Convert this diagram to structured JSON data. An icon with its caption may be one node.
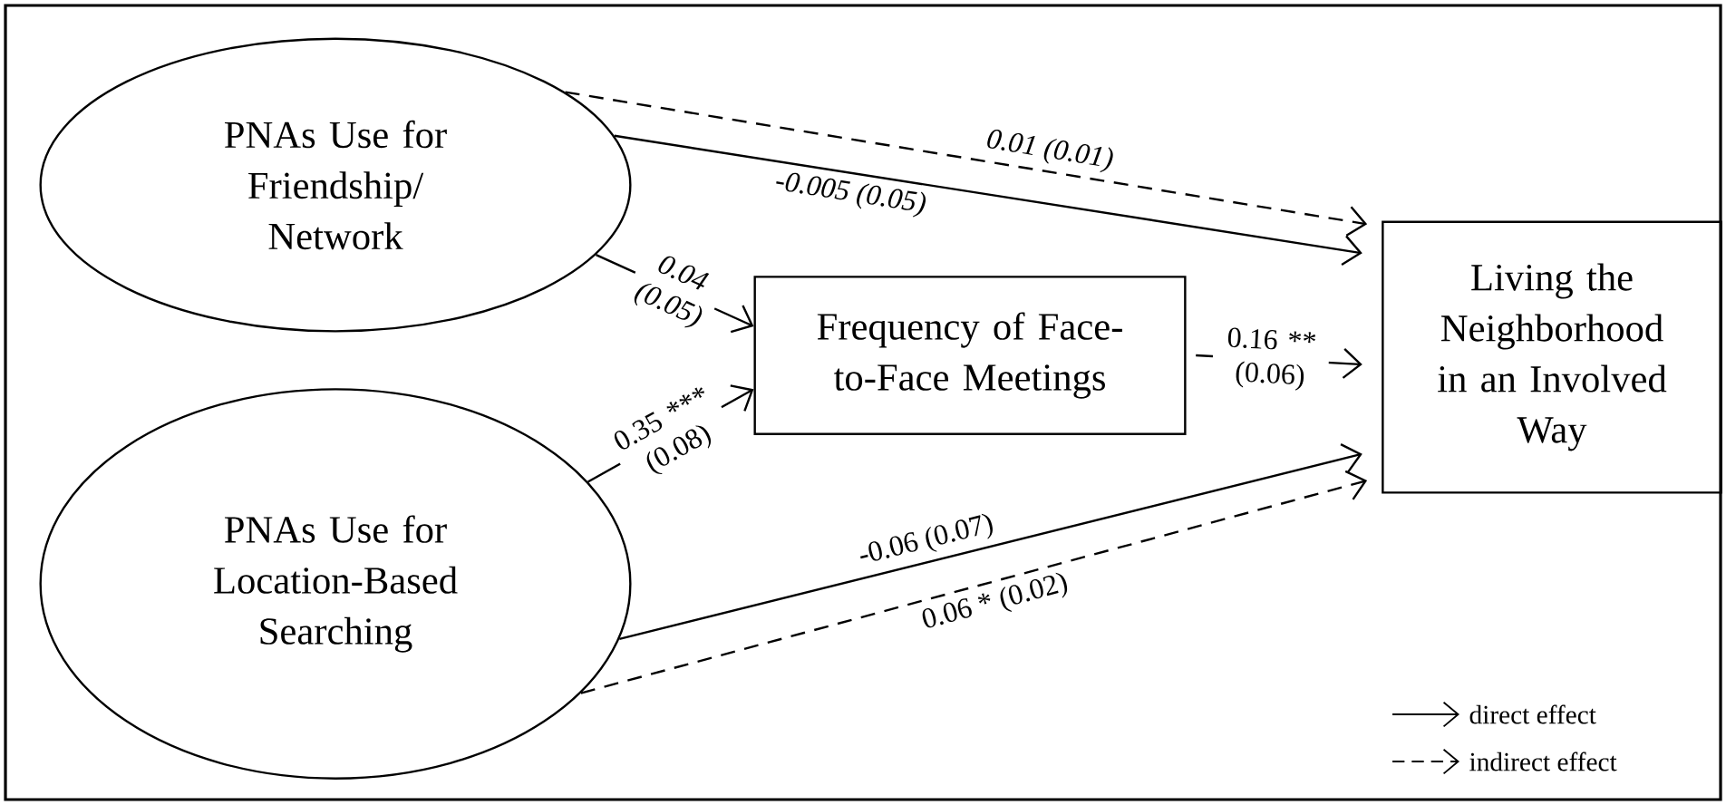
{
  "diagram": {
    "nodes": [
      {
        "text": [
          "PNAs Use for Friendship/ Network"
        ]
      },
      {
        "text": [
          "PNAs Use for Location-Based Searching"
        ]
      },
      {
        "text": [
          "Frequency of Face-to-Face Meetings"
        ]
      },
      {
        "text": [
          "Living the Neighborhood in an Involved Way"
        ]
      }
    ],
    "edges": [
      {
        "from": 0,
        "to": 3,
        "arrow": "to",
        "style": "dashed",
        "label": "0.01 (0.01)"
      },
      {
        "from": 0,
        "to": 3,
        "arrow": "to",
        "label": "-0.005 (0.05)"
      },
      {
        "from": 0,
        "to": 2,
        "arrow": "to",
        "label": "0.04 (0.05)"
      },
      {
        "from": 1,
        "to": 2,
        "arrow": "to",
        "label": "0.35 *** (0.08)"
      },
      {
        "from": 2,
        "to": 3,
        "arrow": "to",
        "label": "0.16 ** (0.06)"
      },
      {
        "from": 1,
        "to": 3,
        "arrow": "to",
        "label": "-0.06 (0.07)"
      },
      {
        "from": 1,
        "to": 3,
        "arrow": "to",
        "style": "dashed",
        "label": "0.06 * (0.02)"
      }
    ],
    "legend": [
      {
        "text": "direct effect"
      },
      {
        "text": "indirect effect"
      }
    ]
  }
}
